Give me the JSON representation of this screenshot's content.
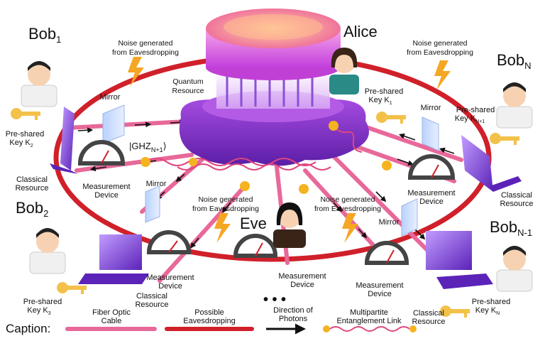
{
  "parties": {
    "alice": "Alice",
    "eve": "Eve",
    "bob1": {
      "base": "Bob",
      "sub": "1"
    },
    "bob2": {
      "base": "Bob",
      "sub": "2"
    },
    "bobN": {
      "base": "Bob",
      "sub": "N"
    },
    "bobN1": {
      "base": "Bob",
      "sub": "N-1"
    }
  },
  "labels": {
    "noise_a": "Noise generated",
    "noise_b": "from Eavesdropping",
    "quantum_a": "Quantum",
    "quantum_b": "Resource",
    "ghz_base": "|GHZ",
    "ghz_sub": "N+1",
    "ghz_close": "⟩",
    "mirror": "Mirror",
    "meas_a": "Measurement",
    "meas_b": "Device",
    "classical_a": "Classical",
    "classical_b": "Resource",
    "preshared": "Pre-shared",
    "key_base": "Key K",
    "key_1": "1",
    "key_2": "2",
    "key_3": "3",
    "key_N": "N",
    "key_N1": "N+1",
    "ellipsis": "• • •"
  },
  "caption": {
    "title": "Caption:",
    "fiber_a": "Fiber Optic",
    "fiber_b": "Cable",
    "eaves_a": "Possible",
    "eaves_b": "Eavesdropping",
    "dir_a": "Direction of",
    "dir_b": "Photons",
    "ent_a": "Multipartite",
    "ent_b": "Entanglement Link"
  },
  "colors": {
    "ring": "#d0202a",
    "fiber": "#e8689a",
    "entanglement": "#e0457f",
    "node": "#f5b31f",
    "quantum_body": "#8a32c9",
    "laptop": "#7b3fd6",
    "lightning": "#f5a623"
  },
  "icons": [
    "person-icon",
    "key-icon",
    "laptop-icon",
    "mirror-icon",
    "gauge-icon",
    "lightning-icon",
    "quantum-computer-icon"
  ]
}
